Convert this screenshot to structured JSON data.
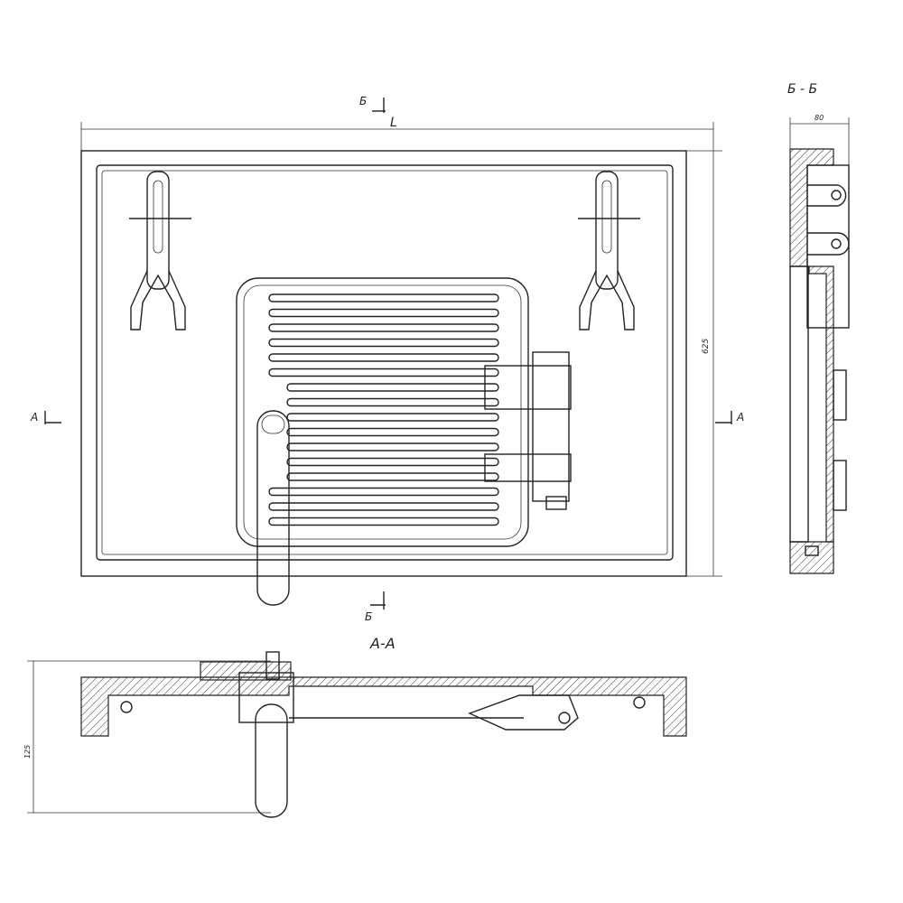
{
  "drawing": {
    "labels": {
      "length_dim": "L",
      "height_dim": "625",
      "depth_dim_side": "80",
      "depth_dim_bottom": "125",
      "section_a_left": "А",
      "section_a_right": "А",
      "section_b_top": "Б",
      "section_b_bottom": "Б",
      "section_aa_title": "А-А",
      "section_bb_title": "Б - Б"
    },
    "grate_slot_count": 16
  }
}
